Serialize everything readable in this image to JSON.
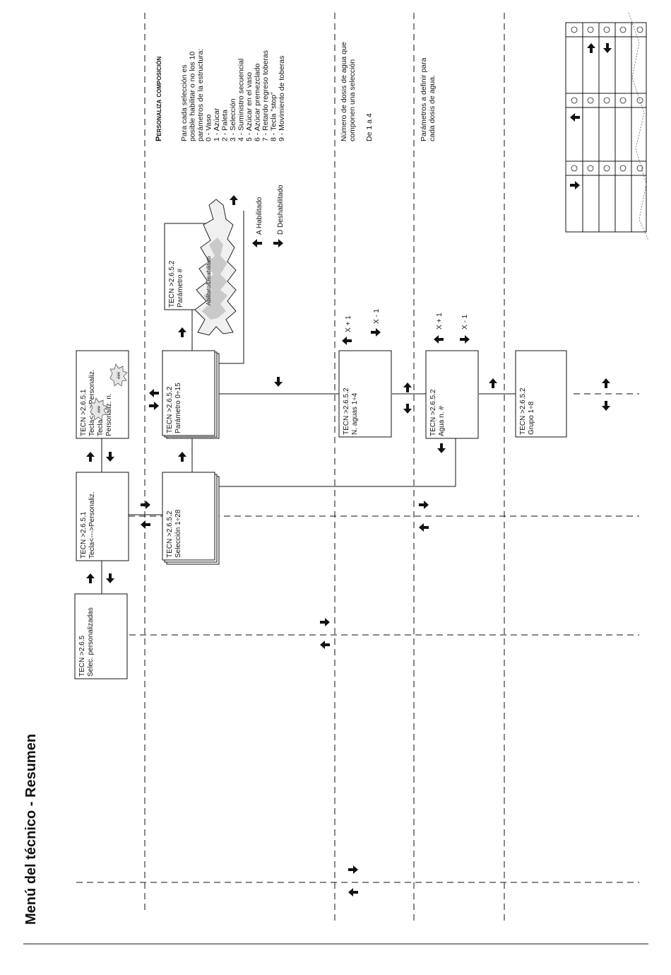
{
  "page_title": "Menú del técnico - Resumen",
  "boxes": {
    "b265": {
      "line1": "TECN >2.6.5",
      "line2": "Selec. personalizadas"
    },
    "b2651": {
      "line1": "TECN >2.6.5.1",
      "line2": "Tecla<--->Personaliz."
    },
    "b2651b": {
      "line1": "TECN >2.6.5.1",
      "line2": "Tecla<--->Personaliz.",
      "line3": "Tecla",
      "line4": "Personaliz. n."
    },
    "sel": {
      "line1": "TECN >2.6.5.2",
      "line2": "Selección 1÷28"
    },
    "par": {
      "line1": "TECN >2.6.5.2",
      "line2": "Parámetro 0÷15"
    },
    "parn": {
      "line1": "TECN >2.6.5.2",
      "line2": "Parámetro #"
    },
    "naguas": {
      "line1": "TECN >2.6.5.2",
      "line2": "N. aguas 1÷4"
    },
    "agua": {
      "line1": "TECN >2.6.5.2",
      "line2": "Agua n.  #"
    },
    "grupo": {
      "line1": "TECN >2.6.5.2",
      "line2": "Grupo 1÷8"
    }
  },
  "burst": {
    "label": "Abilitato/Disabilitato",
    "small": "###"
  },
  "legend": {
    "a": "A  Habilitado",
    "d": "D  Deshabilitado"
  },
  "counters": {
    "inc": "X + 1",
    "dec": "X - 1"
  },
  "notes": {
    "composition": {
      "title": "Personaliza composición",
      "lines": [
        "Para cada selección es",
        "posible habilitar o no los 10",
        "parámetros de la estructura:",
        "0 - Vaso",
        "1 - Azúcar",
        "2 - Paleta",
        "3 - Selección",
        "4 - Suministro secuencial",
        "5 - Azúcar en el vaso",
        "6 - Azúcar premezclado",
        "7 - Retardo regreso toberas",
        "8 - Tecla \"stop\"",
        "9 - Movimiento de toberas"
      ]
    },
    "water_count": {
      "lines": [
        "Número de dosis de agua que",
        "componen una selección",
        "",
        "De 1 a 4"
      ]
    },
    "water_params": {
      "lines": [
        "Parámetros a definir para",
        "cada dosis de agua."
      ]
    }
  }
}
